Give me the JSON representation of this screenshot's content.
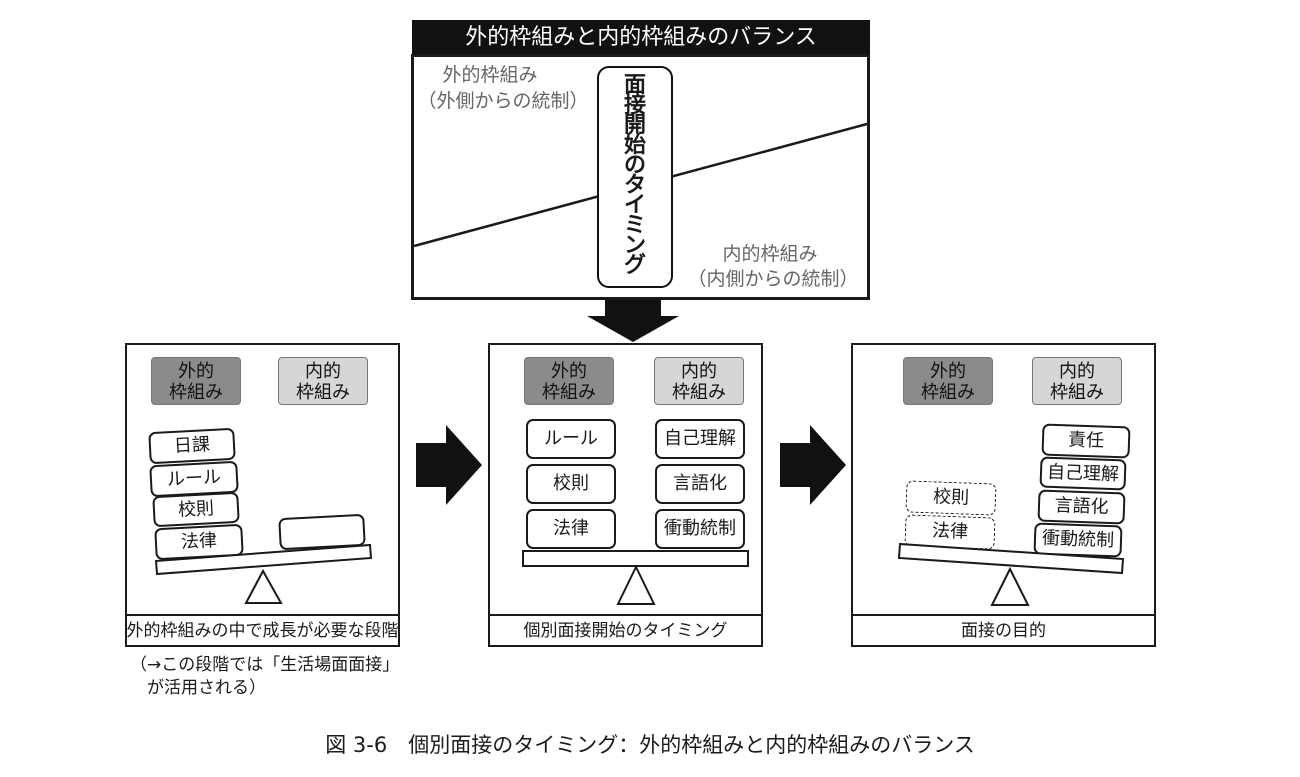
{
  "top": {
    "title": "外的枠組みと内的枠組みのバランス",
    "external_label_1": "外的枠組み",
    "external_label_2": "（外側からの統制）",
    "internal_label_1": "内的枠組み",
    "internal_label_2": "（内側からの統制）",
    "timing_chars": [
      "面",
      "接",
      "開",
      "始",
      "の",
      "タ",
      "イ",
      "ミ",
      "ン",
      "グ"
    ]
  },
  "panels": {
    "left": {
      "header_external_1": "外的",
      "header_external_2": "枠組み",
      "header_internal_1": "内的",
      "header_internal_2": "枠組み",
      "blocks_left": [
        "日課",
        "ルール",
        "校則",
        "法律"
      ],
      "caption": "外的枠組みの中で成長が必要な段階",
      "note_1": "（→この段階では「生活場面面接」",
      "note_2": "が活用される）"
    },
    "middle": {
      "header_external_1": "外的",
      "header_external_2": "枠組み",
      "header_internal_1": "内的",
      "header_internal_2": "枠組み",
      "blocks_left": [
        "ルール",
        "校則",
        "法律"
      ],
      "blocks_right": [
        "自己理解",
        "言語化",
        "衝動統制"
      ],
      "caption": "個別面接開始のタイミング"
    },
    "right": {
      "header_external_1": "外的",
      "header_external_2": "枠組み",
      "header_internal_1": "内的",
      "header_internal_2": "枠組み",
      "blocks_left": [
        "校則",
        "法律"
      ],
      "blocks_right": [
        "責任",
        "自己理解",
        "言語化",
        "衝動統制"
      ],
      "caption": "面接の目的"
    }
  },
  "figure_caption": "図 3-6　個別面接のタイミング：外的枠組みと内的枠組みのバランス",
  "colors": {
    "external_header": "#8b8b8b",
    "internal_header": "#d6d6d6",
    "label_gray": "#666666",
    "title_bar": "#111111"
  }
}
